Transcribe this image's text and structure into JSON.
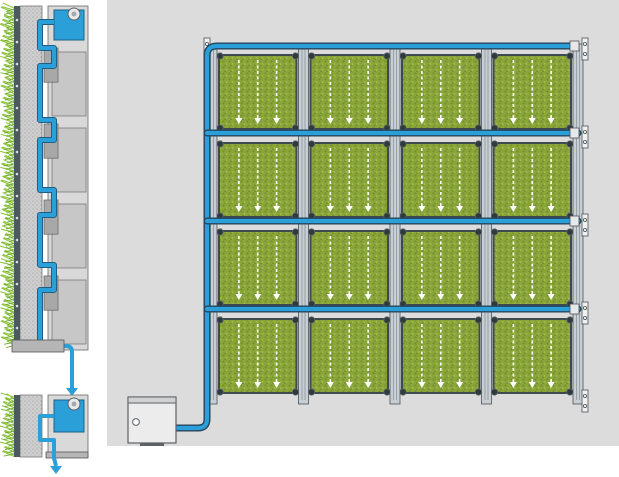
{
  "diagram": {
    "grid": {
      "rows": 4,
      "cols": 4
    },
    "drip_lines_per_panel": 3,
    "side_section_modules": 4,
    "colors": {
      "background_panel": "#dcdcdc",
      "water": "#2b9fd8",
      "water_dark": "#1f5f86",
      "pipe_outline": "#27455c",
      "vegetation": "#8aa53a",
      "vegetation_dark": "#5e7b22",
      "grass": "#8ec63f",
      "frame": "#c8cfd4",
      "frame_dark": "#4a5258",
      "pump_box": "#ececec",
      "drip_arrow": "#ffffff"
    },
    "icons": [
      "valve-icon",
      "pump-icon",
      "drip-arrow-icon",
      "water-flow-arrow-icon"
    ]
  }
}
